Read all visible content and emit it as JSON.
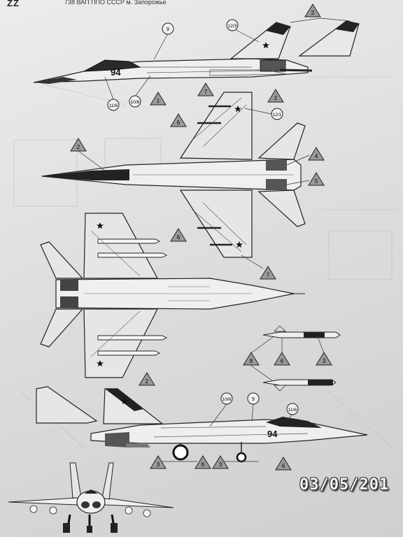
{
  "header": {
    "logo": "ZZ",
    "caption": "738 ВАП ППО СССР м. Запорожье"
  },
  "aircraft": {
    "side_number": "94"
  },
  "callouts": {
    "side_top": [
      "12/3",
      "9",
      "11/6",
      "10/6"
    ],
    "side_bottom": [
      "10/6",
      "9",
      "11/6"
    ],
    "wing_top": [
      "12/1"
    ]
  },
  "triangles": {
    "t_tail_top": "2",
    "t_side_1": "1",
    "t_side_7": "7",
    "t_side_2": "2",
    "t_top_6a": "6",
    "t_top_2": "2",
    "t_top_4": "4",
    "t_top_5": "5",
    "t_top_6b": "6",
    "t_top_7": "7",
    "t_bot_2": "2",
    "t_mis_8": "8",
    "t_mis_6": "6",
    "t_mis_3": "3",
    "t_gear_3a": "3",
    "t_gear_6a": "6",
    "t_gear_3b": "3",
    "t_gear_6b": "6"
  },
  "photo_stamp": "03/05/201"
}
